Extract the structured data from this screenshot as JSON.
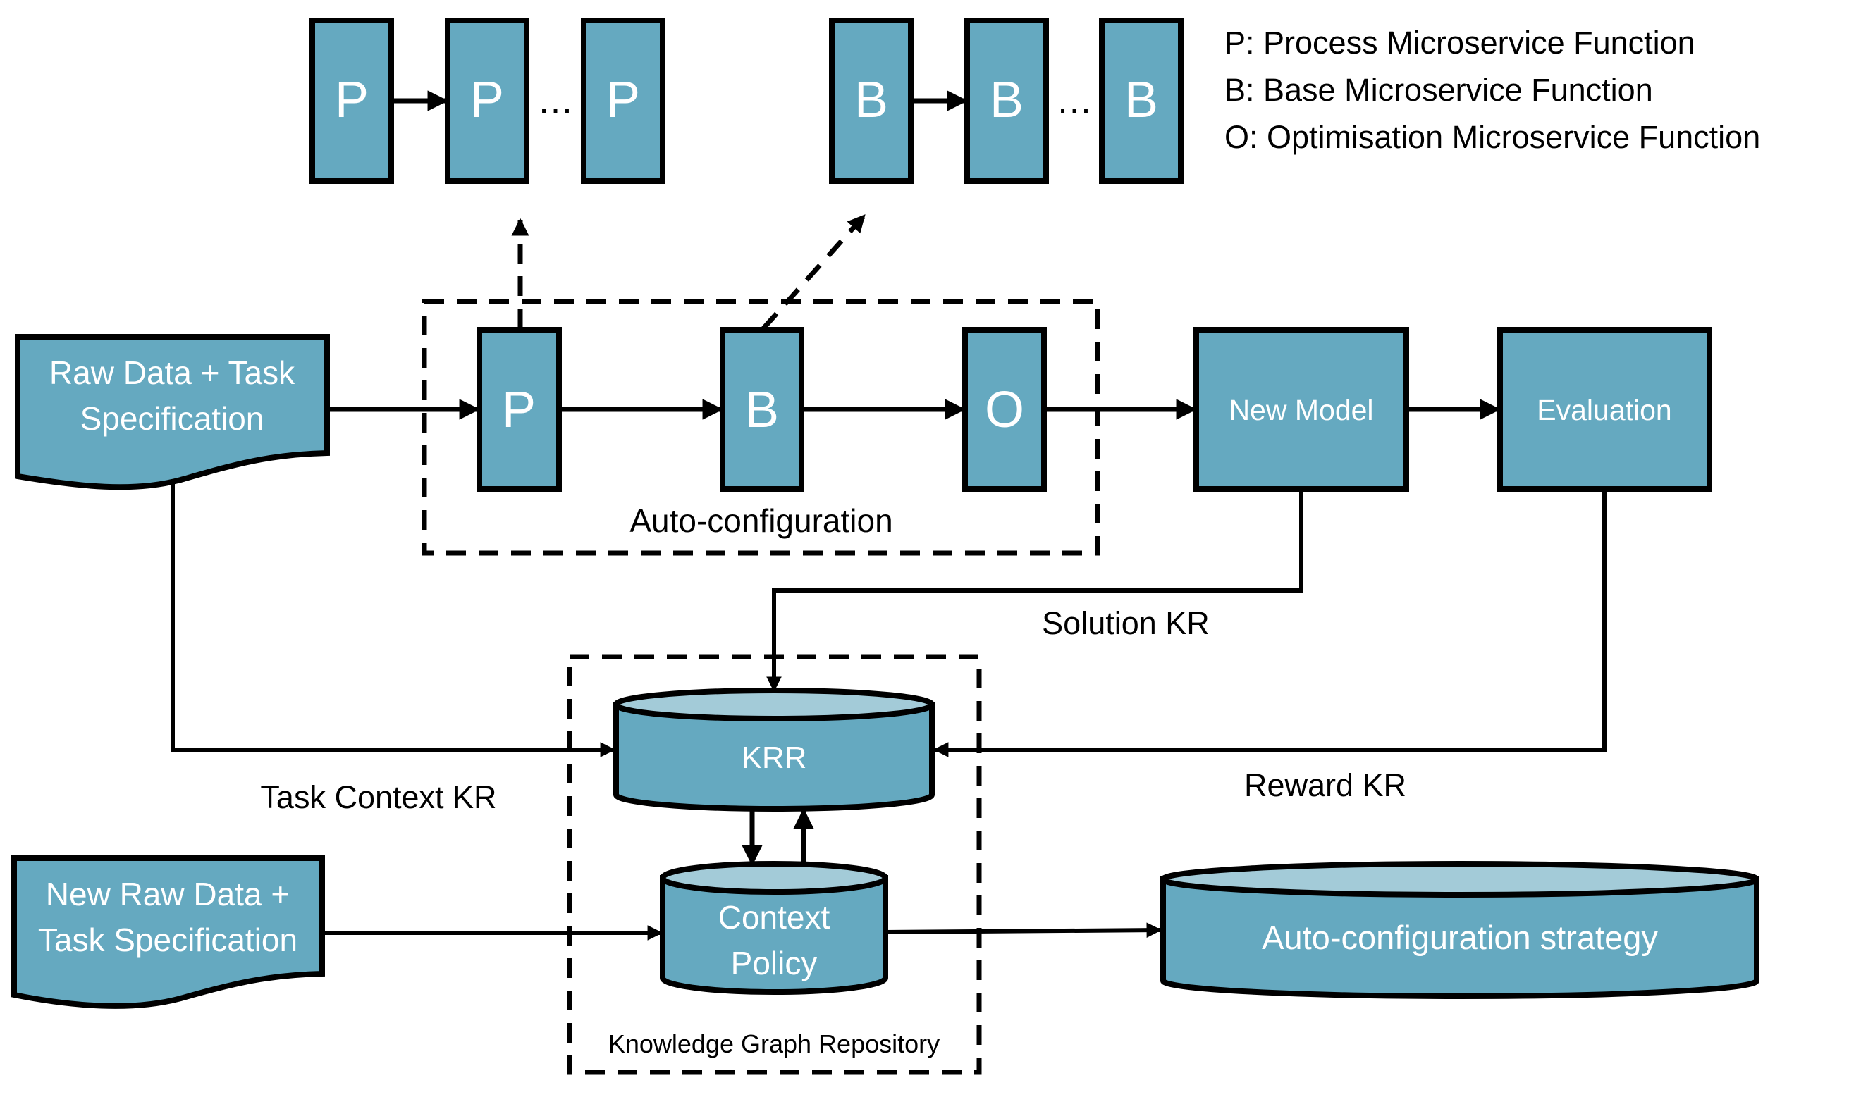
{
  "colors": {
    "node_fill": "#65a9c0",
    "cylinder_top": "#a3cbd8",
    "stroke": "#000000",
    "node_text": "#ffffff"
  },
  "legend": [
    "P: Process Microservice Function",
    "B: Base Microservice Function",
    "O: Optimisation Microservice Function"
  ],
  "top_chains": {
    "process_chain": [
      "P",
      "P",
      "P"
    ],
    "base_chain": [
      "B",
      "B",
      "B"
    ],
    "ellipsis": "…"
  },
  "auto_config": {
    "label": "Auto-configuration",
    "nodes": [
      "P",
      "B",
      "O"
    ]
  },
  "inputs": {
    "raw_data": [
      "Raw Data + Task",
      "Specification"
    ],
    "new_raw_data": [
      "New Raw Data +",
      "Task Specification"
    ]
  },
  "stages": {
    "new_model": "New Model",
    "evaluation": "Evaluation"
  },
  "knowledge_graph": {
    "label": "Knowledge Graph Repository",
    "krr": "KRR",
    "context_policy": [
      "Context",
      "Policy"
    ]
  },
  "output": {
    "strategy": "Auto-configuration strategy"
  },
  "edge_labels": {
    "solution_kr": "Solution KR",
    "task_context_kr": "Task Context KR",
    "reward_kr": "Reward KR"
  }
}
